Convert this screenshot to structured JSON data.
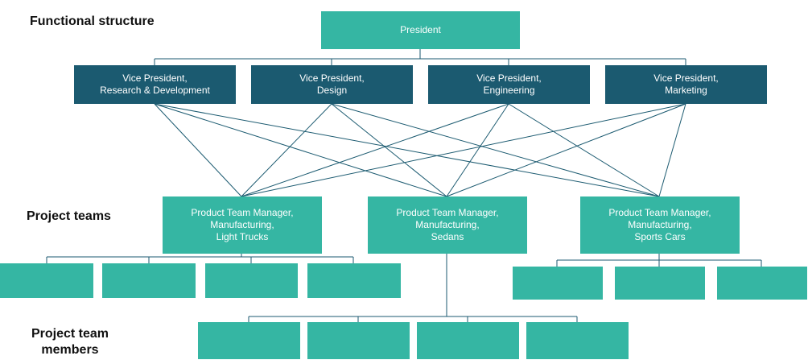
{
  "labels": {
    "functional_structure": "Functional structure",
    "project_teams": "Project teams",
    "project_team_members": "Project team\nmembers"
  },
  "president": "President",
  "vice_presidents": [
    "Vice President,\nResearch & Development",
    "Vice President,\nDesign",
    "Vice President,\nEngineering",
    "Vice President,\nMarketing"
  ],
  "team_managers": [
    "Product Team Manager,\nManufacturing,\nLight Trucks",
    "Product Team Manager,\nManufacturing,\nSedans",
    "Product Team Manager,\nManufacturing,\nSports Cars"
  ],
  "colors": {
    "teal": "#35b6a3",
    "navy": "#1b5a70",
    "line": "#1b5a70"
  }
}
